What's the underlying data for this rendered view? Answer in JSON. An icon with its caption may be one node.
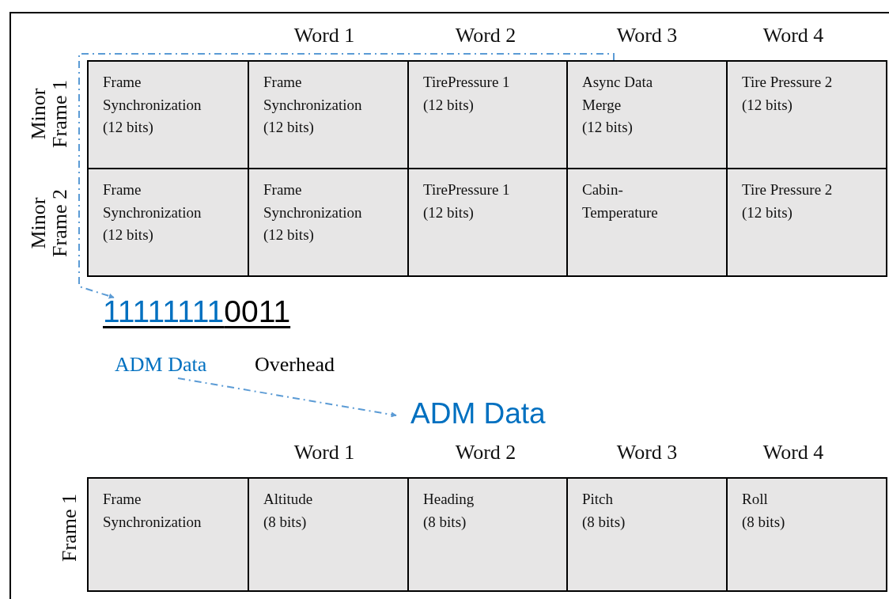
{
  "diagram": {
    "nodes": [
      {
        "text": [
          "Frame Synchronization",
          "(12 bits)"
        ]
      },
      {
        "text": [
          "Frame Synchronization",
          "(12 bits)"
        ]
      },
      {
        "text": [
          "TirePressure 1",
          "(12 bits)"
        ]
      },
      {
        "text": [
          "Async Data Merge",
          "(12 bits)"
        ]
      },
      {
        "text": [
          "Tire Pressure 2",
          "(12 bits)"
        ]
      },
      {
        "text": [
          "Frame Synchronization",
          "(12 bits)"
        ]
      },
      {
        "text": [
          "Frame Synchronization",
          "(12 bits)"
        ]
      },
      {
        "text": [
          "TirePressure 1",
          "(12 bits)"
        ]
      },
      {
        "text": [
          "Cabin-Temperature"
        ]
      },
      {
        "text": [
          "Tire Pressure 2",
          "(12 bits)"
        ]
      },
      {
        "text": [
          "11111111",
          "0011"
        ]
      },
      {
        "text": [
          "ADM Data"
        ]
      },
      {
        "text": [
          "ADM Data"
        ]
      },
      {
        "text": [
          "Frame Synchronization"
        ]
      },
      {
        "text": [
          "Altitude",
          "(8 bits)"
        ]
      },
      {
        "text": [
          "Heading",
          "(8 bits)"
        ]
      },
      {
        "text": [
          "Pitch",
          "(8 bits)"
        ]
      },
      {
        "text": [
          "Roll",
          "(8 bits)"
        ]
      }
    ],
    "edges": [
      {
        "from": 3,
        "to": 10,
        "arrow": "to",
        "style": "dashed",
        "color": "#5b9bd5"
      },
      {
        "from": 11,
        "to": 12,
        "arrow": "to",
        "style": "dashed",
        "color": "#5b9bd5"
      }
    ],
    "labels": [
      "Word 1",
      "Word 2",
      "Word 3",
      "Word 4",
      "Minor Frame 1",
      "Minor Frame 2",
      "Overhead",
      "Word 1",
      "Word 2",
      "Word 3",
      "Word 4",
      "Frame 1"
    ]
  }
}
